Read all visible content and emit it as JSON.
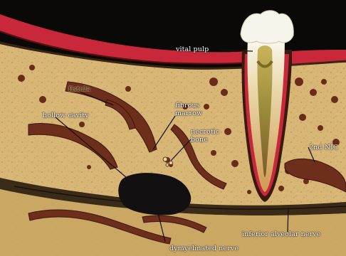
{
  "diagram": {
    "labels": {
      "vital_pulp": "vital pulp",
      "fistula": "fistula",
      "fibrous_marrow": "fibrous\nmarrow",
      "hollow_cavity": "hollow cavity",
      "necrotic_bone": "necrotic\nbone",
      "second_nic": "2nd NIC",
      "inferior_alveolar_nerve": "inferior alveolar nerve",
      "demyelinated_nerve": "dymyelinated nerve"
    },
    "colors": {
      "background": "#0b0907",
      "bone": "#d9b878",
      "gum": "#c8283a",
      "tooth_crown": "#f4f0e6",
      "lesion": "#6e2e1c",
      "cavity": "#121010",
      "nerve_canal": "#3a2a18"
    }
  }
}
